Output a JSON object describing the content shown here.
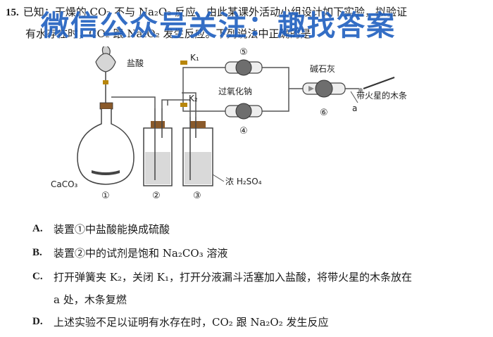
{
  "question": {
    "number": "15.",
    "stem_line1": "已知：干燥的 CO₂ 不与 Na₂O₂ 反应。由此某课外活动小组设计如下实验，拟验证",
    "stem_line2": "有水存在时，CO₂ 跟 Na₂O₂ 发生反应。下列说法中正确的是"
  },
  "watermark": "微信公众号关注：趣找答案",
  "apparatus": {
    "labels": {
      "hydrochloric_acid": "盐酸",
      "caco3": "CaCO₃",
      "conc_h2so4": "浓 H₂SO₄",
      "sodium_peroxide": "过氧化钠",
      "soda_lime": "碱石灰",
      "glowing_splint": "带火星的木条",
      "point_a": "a",
      "k1": "K₁",
      "k2": "K₂"
    },
    "device_numbers": [
      "①",
      "②",
      "③",
      "④",
      "⑤",
      "⑥"
    ]
  },
  "options": [
    {
      "letter": "A.",
      "text": "装置①中盐酸能换成硫酸"
    },
    {
      "letter": "B.",
      "text": "装置②中的试剂是饱和 Na₂CO₃ 溶液"
    },
    {
      "letter": "C.",
      "text": "打开弹簧夹 K₂，关闭 K₁，打开分液漏斗活塞加入盐酸，将带火星的木条放在",
      "continuation": "a 处，木条复燃"
    },
    {
      "letter": "D.",
      "text": "上述实验不足以证明有水存在时，CO₂ 跟 Na₂O₂ 发生反应"
    }
  ]
}
